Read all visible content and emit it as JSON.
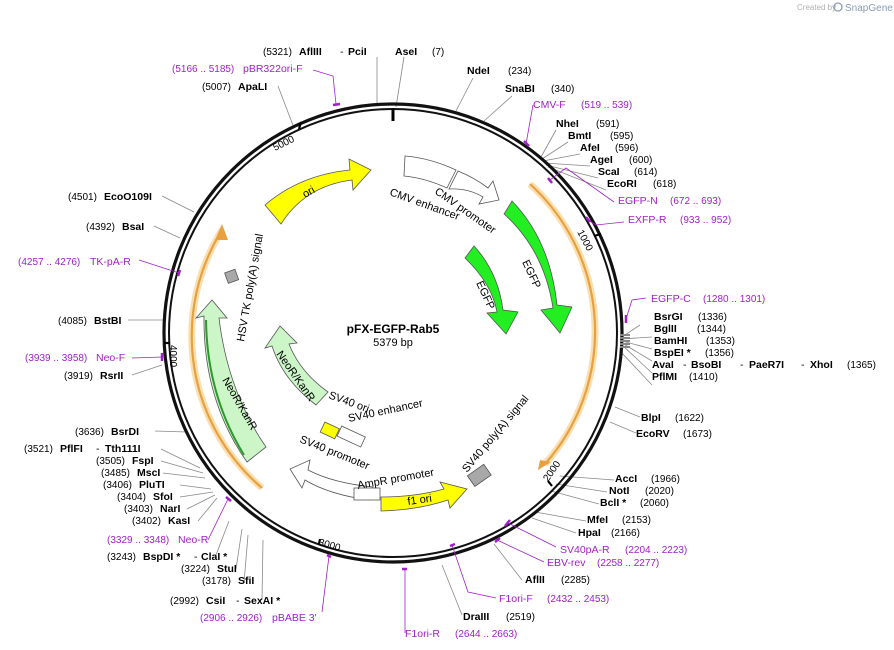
{
  "credit": {
    "created_by": "Created by",
    "brand": "SnapGene"
  },
  "plasmid": {
    "name": "pFX-EGFP-Rab5",
    "size": "5379 bp"
  },
  "ticks": [
    "5000",
    "1000",
    "2000",
    "3000",
    "4000"
  ],
  "features": {
    "ori": "ori",
    "cmv_enhancer": "CMV enhancer",
    "cmv_promoter": "CMV promoter",
    "egfp1": "EGFP",
    "egfp2": "EGFP",
    "hsv": "HSV TK poly(A) signal",
    "neo_outer": "NeoR/KanR",
    "neo_inner": "NeoR/KanR",
    "sv40_ori": "SV40 ori",
    "sv40_enh": "SV40 enhancer",
    "sv40_prom": "SV40 promoter",
    "ampr_prom": "AmpR promoter",
    "f1_ori": "f1 ori",
    "sv40_polya": "SV40 poly(A) signal"
  },
  "labels": {
    "afliii": {
      "pos": "(5321)",
      "name": "AflIII",
      "sep": "-",
      "name2": "PciI"
    },
    "asei": {
      "name": "AseI",
      "pos": "(7)"
    },
    "ndei": {
      "name": "NdeI",
      "pos": "(234)"
    },
    "snabi": {
      "name": "SnaBI",
      "pos": "(340)"
    },
    "cmvf": {
      "name": "CMV-F",
      "pos": "(519 .. 539)"
    },
    "nhei": {
      "name": "NheI",
      "pos": "(591)"
    },
    "bmti": {
      "name": "BmtI",
      "pos": "(595)"
    },
    "afei": {
      "name": "AfeI",
      "pos": "(596)"
    },
    "agei": {
      "name": "AgeI",
      "pos": "(600)"
    },
    "scai": {
      "name": "ScaI",
      "pos": "(614)"
    },
    "ecori": {
      "name": "EcoRI",
      "pos": "(618)"
    },
    "egfpn": {
      "name": "EGFP-N",
      "pos": "(672 .. 693)"
    },
    "exfpr": {
      "name": "EXFP-R",
      "pos": "(933 .. 952)"
    },
    "egfpc": {
      "name": "EGFP-C",
      "pos": "(1280 .. 1301)"
    },
    "bsrgi": {
      "name": "BsrGI",
      "pos": "(1336)"
    },
    "bglii": {
      "name": "BglII",
      "pos": "(1344)"
    },
    "bamhi": {
      "name": "BamHI",
      "pos": "(1353)"
    },
    "bspei": {
      "name": "BspEI *",
      "pos": "(1356)"
    },
    "avai": {
      "name": "AvaI",
      "sep1": "-",
      "name2": "BsoBI",
      "sep2": "-",
      "name3": "PaeR7I",
      "sep3": "-",
      "name4": "XhoI",
      "pos": "(1365)"
    },
    "pflmi": {
      "name": "PflMI",
      "pos": "(1410)"
    },
    "blpi": {
      "name": "BlpI",
      "pos": "(1622)"
    },
    "ecorv": {
      "name": "EcoRV",
      "pos": "(1673)"
    },
    "acci": {
      "name": "AccI",
      "pos": "(1966)"
    },
    "noti": {
      "name": "NotI",
      "pos": "(2020)"
    },
    "bcli": {
      "name": "BclI *",
      "pos": "(2060)"
    },
    "mfei": {
      "name": "MfeI",
      "pos": "(2153)"
    },
    "hpai": {
      "name": "HpaI",
      "pos": "(2166)"
    },
    "sv40par": {
      "name": "SV40pA-R",
      "pos": "(2204 .. 2223)"
    },
    "ebvrev": {
      "name": "EBV-rev",
      "pos": "(2258 .. 2277)"
    },
    "aflii": {
      "name": "AflII",
      "pos": "(2285)"
    },
    "f1orif": {
      "name": "F1ori-F",
      "pos": "(2432 .. 2453)"
    },
    "draiii": {
      "name": "DraIII",
      "pos": "(2519)"
    },
    "f1orir": {
      "name": "F1ori-R",
      "pos": "(2644 .. 2663)"
    },
    "pbabe3": {
      "pos": "(2906 .. 2926)",
      "name": "pBABE 3'"
    },
    "csii": {
      "pos": "(2992)",
      "name": "CsiI",
      "sep": "-",
      "name2": "SexAI *"
    },
    "sfii": {
      "pos": "(3178)",
      "name": "SfiI"
    },
    "stui": {
      "pos": "(3224)",
      "name": "StuI"
    },
    "bspdi": {
      "pos": "(3243)",
      "name": "BspDI *",
      "sep": "-",
      "name2": "ClaI *"
    },
    "neor": {
      "pos": "(3329 .. 3348)",
      "name": "Neo-R"
    },
    "kasi": {
      "pos": "(3402)",
      "name": "KasI"
    },
    "nari": {
      "pos": "(3403)",
      "name": "NarI"
    },
    "sfoi": {
      "pos": "(3404)",
      "name": "SfoI"
    },
    "pluti": {
      "pos": "(3406)",
      "name": "PluTI"
    },
    "msci": {
      "pos": "(3485)",
      "name": "MscI"
    },
    "fspi": {
      "pos": "(3505)",
      "name": "FspI"
    },
    "pflfi": {
      "pos": "(3521)",
      "name": "PflFI",
      "sep": "-",
      "name2": "Tth111I"
    },
    "bsrdi": {
      "pos": "(3636)",
      "name": "BsrDI"
    },
    "rsrii": {
      "pos": "(3919)",
      "name": "RsrII"
    },
    "neof": {
      "pos": "(3939 .. 3958)",
      "name": "Neo-F"
    },
    "bstbi": {
      "pos": "(4085)",
      "name": "BstBI"
    },
    "tkpar": {
      "pos": "(4257 .. 4276)",
      "name": "TK-pA-R"
    },
    "bsai": {
      "pos": "(4392)",
      "name": "BsaI"
    },
    "ecoo109i": {
      "pos": "(4501)",
      "name": "EcoO109I"
    },
    "apali": {
      "pos": "(5007)",
      "name": "ApaLI"
    },
    "pbr322": {
      "pos": "(5166 .. 5185)",
      "name": "pBR322ori-F"
    }
  },
  "colors": {
    "backbone": "#111111",
    "primer": "#a020c8",
    "ori": "#ffff00",
    "egfp": "#22ee22",
    "neo": "#ccf5c8",
    "orf": "#e8a040",
    "orf_glow": "#fae0b0",
    "gray": "#a8a8a8"
  }
}
